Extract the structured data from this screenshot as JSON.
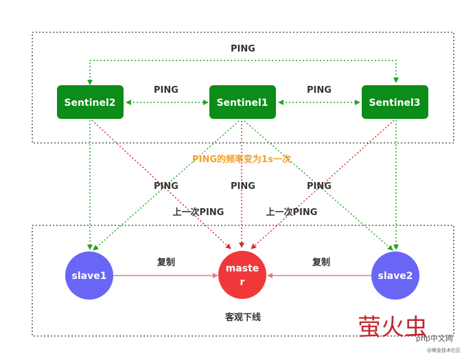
{
  "diagram": {
    "sentinels": [
      {
        "id": "s2",
        "label": "Sentinel2"
      },
      {
        "id": "s1",
        "label": "Sentinel1"
      },
      {
        "id": "s3",
        "label": "Sentinel3"
      }
    ],
    "servers": [
      {
        "id": "slave1",
        "label": "slave1"
      },
      {
        "id": "master",
        "label_line1": "maste",
        "label_line2": "r"
      },
      {
        "id": "slave2",
        "label": "slave2"
      }
    ],
    "labels": {
      "ping_top": "PING",
      "ping_s2_s1": "PING",
      "ping_s1_s3": "PING",
      "ping_freq": "PING的频率变为1s一次",
      "ping_left": "PING",
      "ping_center": "PING",
      "ping_right": "PING",
      "last_ping_left": "上一次PING",
      "last_ping_right": "上一次PING",
      "replicate_left": "复制",
      "replicate_right": "复制",
      "objective_down": "客观下线"
    },
    "watermark": {
      "logo_text": "萤火虫",
      "brand": "php中文网",
      "sub": "@稀金技术社区"
    },
    "colors": {
      "sentinel": "#0c8c18",
      "slave": "#6a66f5",
      "master": "#f0383b",
      "green_line": "#23a623",
      "red_line": "#d52a2a",
      "orange_text": "#f0a030"
    }
  }
}
